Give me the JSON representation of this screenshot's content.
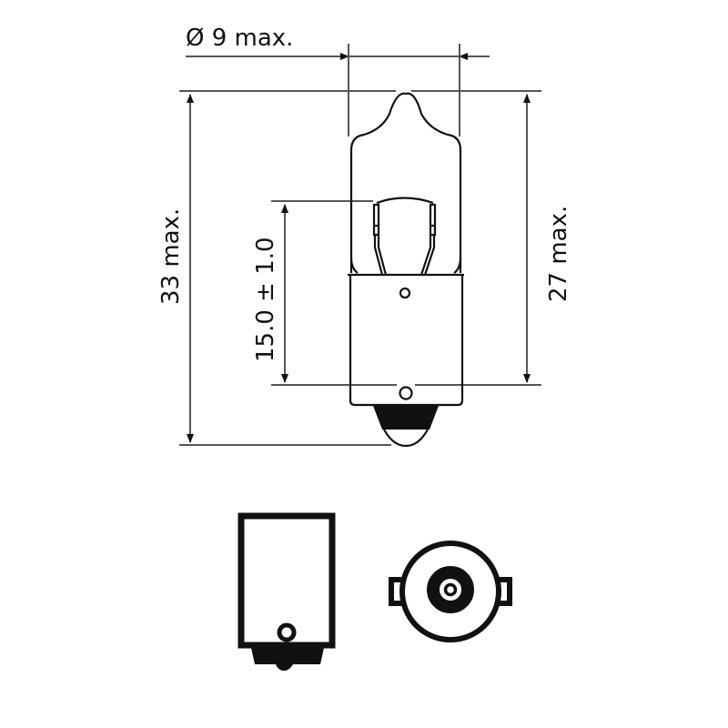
{
  "drawing": {
    "subject": "miniature bayonet bulb technical drawing",
    "dimensions": {
      "diameter": "Ø 9 max.",
      "overall_height": "33 max.",
      "light_center_length": "15.0 ± 1.0",
      "bulb_height": "27 max."
    },
    "views": [
      "side-view",
      "base-side-view",
      "base-bottom-view"
    ],
    "colors": {
      "line": "#111111",
      "dimension_line": "#555555",
      "background": "#ffffff"
    }
  }
}
